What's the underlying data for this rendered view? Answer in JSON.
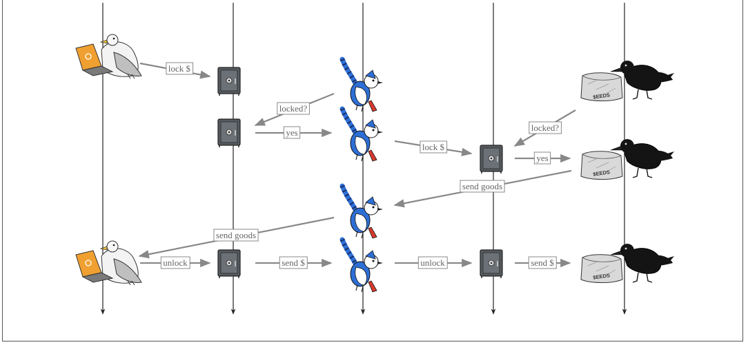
{
  "participants": [
    {
      "id": "buyer",
      "icon": "seagull-with-laptop-icon"
    },
    {
      "id": "escrow-a",
      "icon": "safe-icon"
    },
    {
      "id": "middleman",
      "icon": "blue-jay-icon"
    },
    {
      "id": "escrow-b",
      "icon": "safe-icon"
    },
    {
      "id": "seller",
      "icon": "crow-with-seeds-bag-icon"
    }
  ],
  "messages": {
    "lock_1": "lock $",
    "locked_q_1": "locked?",
    "yes_1": "yes",
    "lock_2": "lock $",
    "locked_q_2": "locked?",
    "yes_2": "yes",
    "send_goods_1": "send goods",
    "send_goods_2": "send goods",
    "unlock_1": "unlock",
    "send_money_1": "send $",
    "unlock_2": "unlock",
    "send_money_2": "send $"
  },
  "seeds_label": "$EEDS",
  "colors": {
    "arrow": "#888888",
    "lifeline": "#222222",
    "laptop": "#f0a030",
    "safe": "#555b60",
    "jay_blue": "#2e6fd6",
    "crow": "#141414",
    "bag": "#d9d9d9"
  }
}
